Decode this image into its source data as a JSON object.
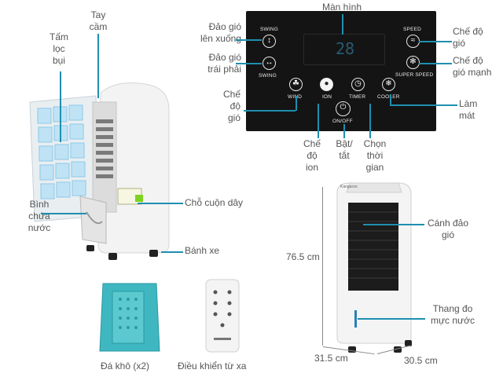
{
  "labels": {
    "tay_cam": "Tay\ncầm",
    "tam_loc_bui": "Tấm\nlọc\nbụi",
    "binh_chua_nuoc": "Bình\nchứa\nnước",
    "cho_cuon_day": "Chỗ cuộn dây",
    "banh_xe": "Bánh xe",
    "man_hinh": "Màn hình",
    "dao_gio_len_xuong": "Đảo gió\nlên xuống",
    "dao_gio_trai_phai": "Đảo gió\ntrái phải",
    "che_do_gio_left": "Chế\nđộ\ngió",
    "che_do_ion": "Chế\nđộ\nion",
    "bat_tat": "Bật/\ntắt",
    "chon_thoi_gian": "Chọn\nthời\ngian",
    "che_do_gio_right": "Chế độ\ngió",
    "che_do_gio_manh": "Chế độ\ngió mạnh",
    "lam_mat": "Làm\nmát",
    "canh_dao_gio": "Cánh đảo\ngió",
    "thang_do_muc_nuoc": "Thang đo\nmực nước",
    "height": "76.5 cm",
    "width": "31.5 cm",
    "depth": "30.5 cm",
    "da_kho": "Đá khô (x2)",
    "dieu_khien": "Điều khiển từ xa"
  },
  "panel": {
    "swing_top": "SWING",
    "swing_bottom": "SWING",
    "speed": "SPEED",
    "super_speed": "SUPER SPEED",
    "wind": "WIND",
    "ion": "ION",
    "timer": "TIMER",
    "cooler": "COOLER",
    "on_off": "ON/OFF",
    "display_value": "28"
  },
  "brand": "Kangaroo",
  "colors": {
    "leader_line": "#1e8fb0",
    "panel_bg": "#141414",
    "ice_pack": "#3fb7c0"
  }
}
